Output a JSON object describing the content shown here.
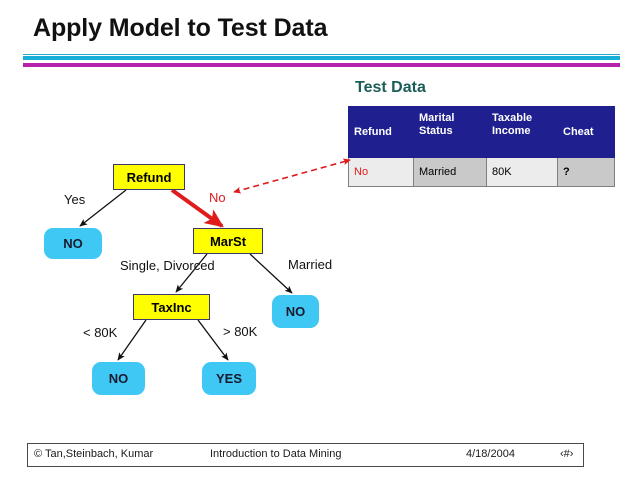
{
  "slide": {
    "title": "Apply Model to Test Data",
    "divider_colors": {
      "cyan": "#18aed8",
      "magenta": "#b522ab"
    }
  },
  "test_data": {
    "heading": "Test Data",
    "heading_color": "#1b5d58",
    "header_bg": "#1f1f8f",
    "columns": [
      "Refund",
      "Marital Status",
      "Taxable Income",
      "Cheat"
    ],
    "columns_split": [
      [
        "Refund",
        ""
      ],
      [
        "Marital",
        "Status"
      ],
      [
        "Taxable",
        "Income"
      ],
      [
        "Cheat",
        ""
      ]
    ],
    "rows": [
      {
        "refund": "No",
        "marital_status": "Married",
        "taxable_income": "80K",
        "cheat": "?"
      }
    ]
  },
  "tree": {
    "nodes": {
      "refund": "Refund",
      "marst": "MarSt",
      "taxinc": "TaxInc",
      "leaf_no_left": "NO",
      "leaf_no_right": "NO",
      "leaf_no_bottom": "NO",
      "leaf_yes": "YES"
    },
    "edge_labels": {
      "yes": "Yes",
      "no": "No",
      "single_divorced": "Single, Divorced",
      "married": "Married",
      "lt_80k": "< 80K",
      "gt_80k": "> 80K"
    },
    "colors": {
      "internal_fill": "#ffff00",
      "internal_border": "#3a3a6e",
      "leaf_fill": "#3fc8f4",
      "highlight_path": "#e01b1b",
      "connector": "#111111"
    }
  },
  "footer": {
    "copyright": "© Tan,Steinbach, Kumar",
    "course": "Introduction to Data Mining",
    "date": "4/18/2004",
    "page_number": "‹#›"
  }
}
